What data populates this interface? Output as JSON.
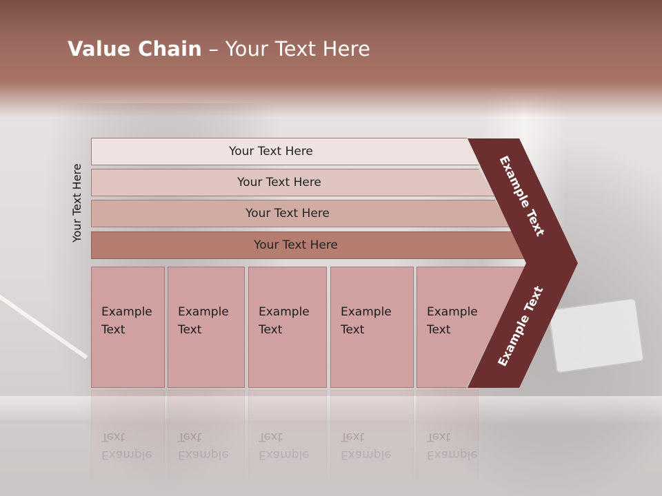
{
  "slide": {
    "title_bold": "Value Chain",
    "title_rest": " – Your Text Here",
    "side_label": "Your Text Here",
    "bars": [
      {
        "label": "Your Text Here"
      },
      {
        "label": "Your Text Here"
      },
      {
        "label": "Your Text Here"
      },
      {
        "label": "Your Text Here"
      }
    ],
    "boxes": [
      {
        "line1": "Example",
        "line2": "Text"
      },
      {
        "line1": "Example",
        "line2": "Text"
      },
      {
        "line1": "Example",
        "line2": "Text"
      },
      {
        "line1": "Example",
        "line2": "Text"
      },
      {
        "line1": "Example",
        "line2": "Text"
      }
    ],
    "chevron_top_label": "Example Text",
    "chevron_bottom_label": "Example Text"
  },
  "colors": {
    "header": "#9b6a5f",
    "chevron": "#6b2f2f",
    "box_fill": "#d1a0a1",
    "bar_darkest": "#b57d70"
  }
}
